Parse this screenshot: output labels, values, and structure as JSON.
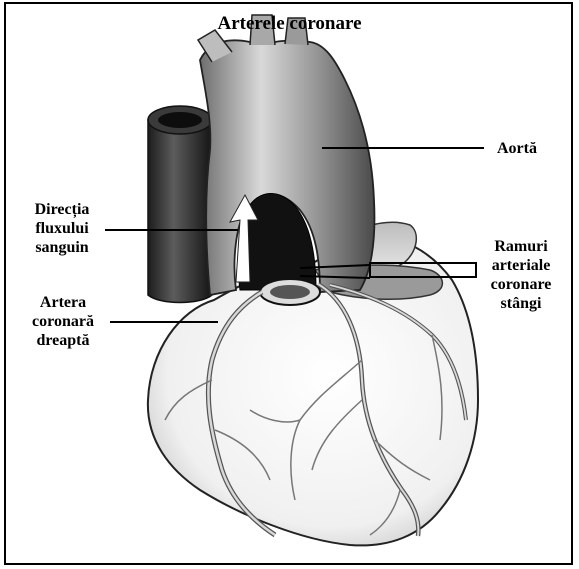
{
  "title": "Arterele coronare",
  "labels": {
    "aorta": "Aortă",
    "flow_line1": "Direcția",
    "flow_line2": "fluxului",
    "flow_line3": "sanguin",
    "right_line1": "Artera",
    "right_line2": "coronară",
    "right_line3": "dreaptă",
    "left_line1": "Ramuri",
    "left_line2": "arteriale",
    "left_line3": "coronare",
    "left_line4": "stângi"
  }
}
